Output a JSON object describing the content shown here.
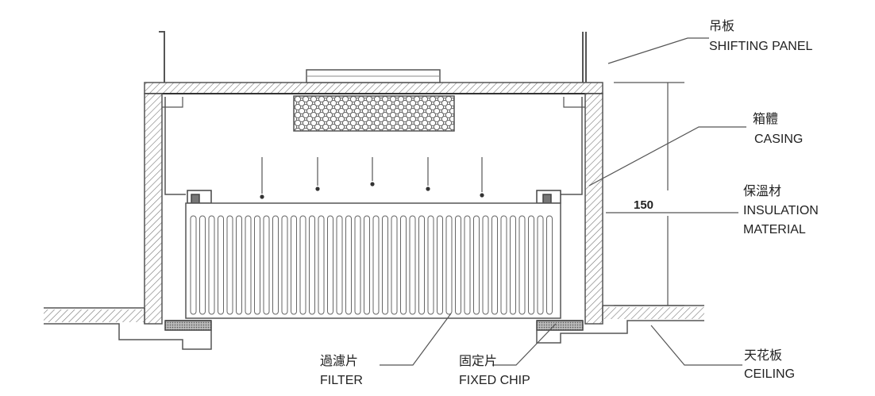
{
  "labels": {
    "shifting_panel": {
      "zh": "吊板",
      "en": "SHIFTING PANEL"
    },
    "casing": {
      "zh": "箱體",
      "en": "CASING"
    },
    "insulation": {
      "zh": "保溫材",
      "en_line1": "INSULATION",
      "en_line2": "MATERIAL"
    },
    "ceiling": {
      "zh": "天花板",
      "en": "CEILING"
    },
    "filter": {
      "zh": "過濾片",
      "en": "FILTER"
    },
    "fixed_chip": {
      "zh": "固定片",
      "en": "FIXED CHIP"
    }
  },
  "dimension": {
    "value": "150"
  },
  "colors": {
    "line": "#555555",
    "text": "#222222",
    "fixed_chip": "#777777"
  }
}
